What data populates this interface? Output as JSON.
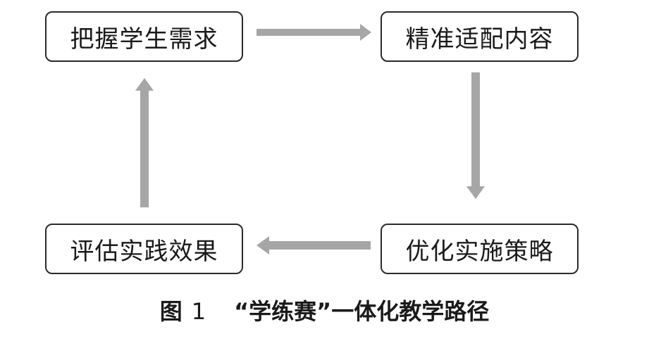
{
  "diagram": {
    "nodes": {
      "top_left": "把握学生需求",
      "top_right": "精准适配内容",
      "bottom_right": "优化实施策略",
      "bottom_left": "评估实践效果"
    },
    "edges": [
      {
        "from": "把握学生需求",
        "to": "精准适配内容"
      },
      {
        "from": "精准适配内容",
        "to": "优化实施策略"
      },
      {
        "from": "优化实施策略",
        "to": "评估实践效果"
      },
      {
        "from": "评估实践效果",
        "to": "把握学生需求"
      }
    ],
    "arrow_color": "#a6a6a6"
  },
  "caption": {
    "label": "图",
    "number": "1",
    "title": "“学练赛”一体化教学路径"
  }
}
